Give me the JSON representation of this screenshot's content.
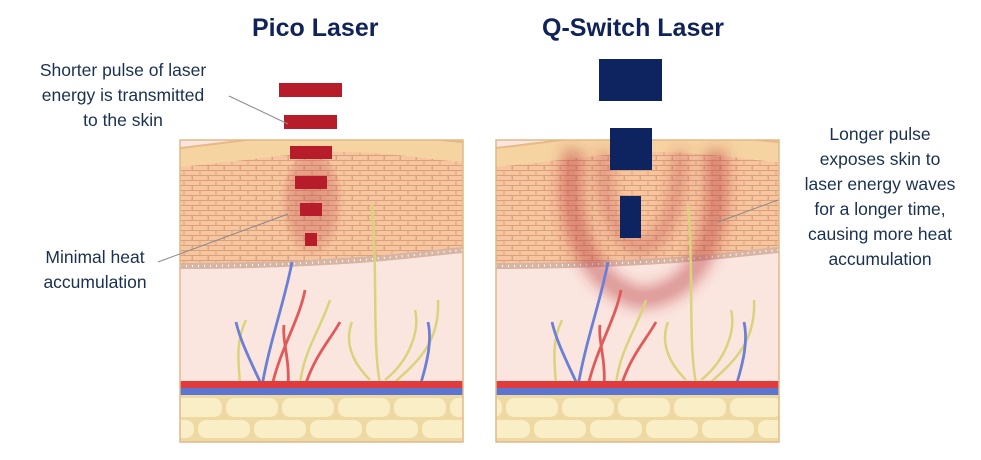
{
  "titles": {
    "pico": "Pico Laser",
    "qswitch": "Q-Switch Laser"
  },
  "captions": {
    "shorter_pulse": [
      "Shorter pulse of laser",
      "energy is transmitted",
      "to the skin"
    ],
    "minimal_heat": [
      "Minimal heat",
      "accumulation"
    ],
    "longer_pulse": [
      "Longer pulse",
      "exposes skin to",
      "laser energy waves",
      "for a longer time,",
      "causing more heat",
      "accumulation"
    ]
  },
  "colors": {
    "pico_pulse": "#b71c2b",
    "qswitch_pulse": "#0e2460",
    "title": "#0f2358",
    "caption": "#1a3050"
  }
}
